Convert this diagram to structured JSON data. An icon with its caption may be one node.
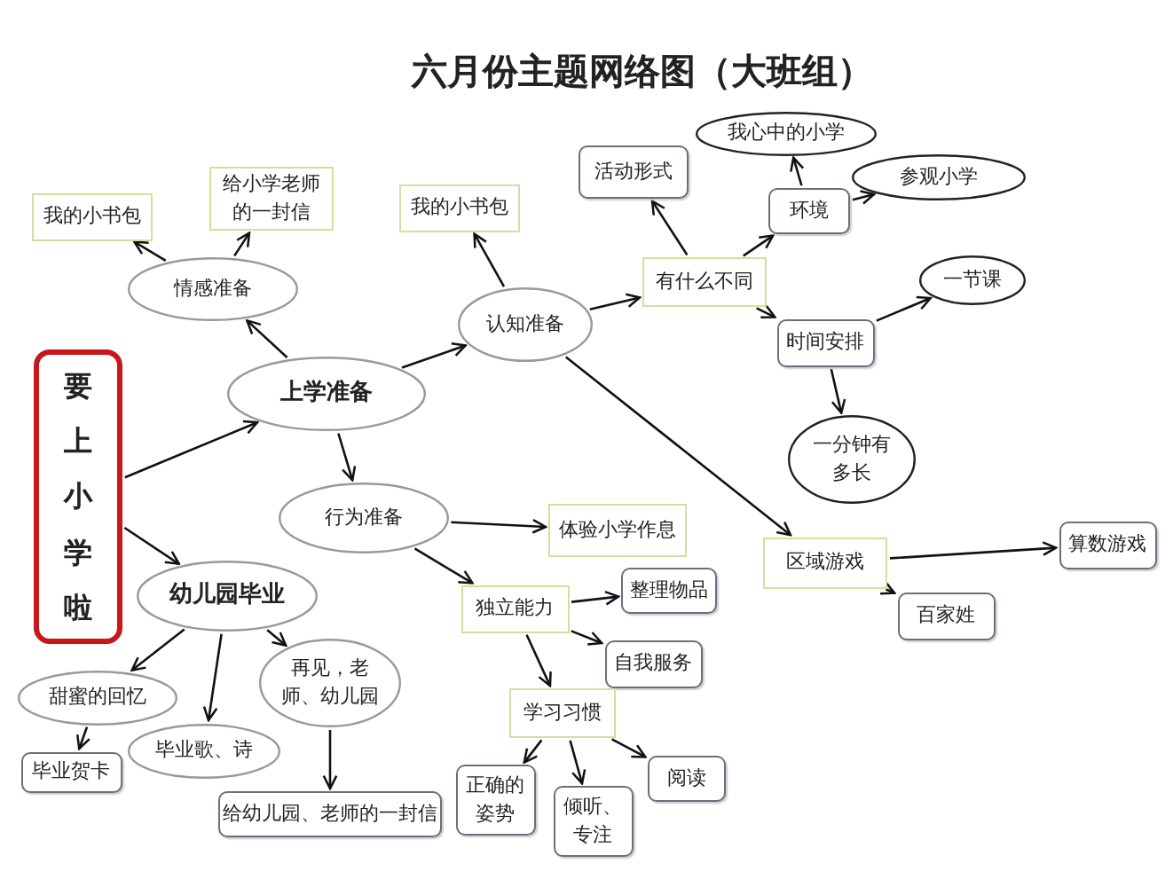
{
  "diagram": {
    "title": "六月份主题网络图（大班组）",
    "nodes": [
      {
        "text": [
          "要上小学啦"
        ]
      },
      {
        "text": [
          "上学准备"
        ]
      },
      {
        "text": [
          "情感准备"
        ]
      },
      {
        "text": [
          "我的小书包"
        ]
      },
      {
        "text": [
          "给小学老师的一封信"
        ]
      },
      {
        "text": [
          "认知准备"
        ]
      },
      {
        "text": [
          "我的小书包"
        ]
      },
      {
        "text": [
          "有什么不同"
        ]
      },
      {
        "text": [
          "活动形式"
        ]
      },
      {
        "text": [
          "环境"
        ]
      },
      {
        "text": [
          "我心中的小学"
        ]
      },
      {
        "text": [
          "参观小学"
        ]
      },
      {
        "text": [
          "时间安排"
        ]
      },
      {
        "text": [
          "一节课"
        ]
      },
      {
        "text": [
          "一分钟有多长"
        ]
      },
      {
        "text": [
          "行为准备"
        ]
      },
      {
        "text": [
          "体验小学作息"
        ]
      },
      {
        "text": [
          "独立能力"
        ]
      },
      {
        "text": [
          "整理物品"
        ]
      },
      {
        "text": [
          "自我服务"
        ]
      },
      {
        "text": [
          "学习习惯"
        ]
      },
      {
        "text": [
          "正确的姿势"
        ]
      },
      {
        "text": [
          "倾听、专注"
        ]
      },
      {
        "text": [
          "阅读"
        ]
      },
      {
        "text": [
          "区域游戏"
        ]
      },
      {
        "text": [
          "算数游戏"
        ]
      },
      {
        "text": [
          "百家姓"
        ]
      },
      {
        "text": [
          "幼儿园毕业"
        ]
      },
      {
        "text": [
          "甜蜜的回忆"
        ]
      },
      {
        "text": [
          "毕业贺卡"
        ]
      },
      {
        "text": [
          "毕业歌、诗"
        ]
      },
      {
        "text": [
          "再见，老师、幼儿园"
        ]
      },
      {
        "text": [
          "给幼儿园、老师的一封信"
        ]
      }
    ],
    "edges": [
      {
        "from": 0,
        "to": 1,
        "arrow": "to"
      },
      {
        "from": 0,
        "to": 27,
        "arrow": "to"
      },
      {
        "from": 1,
        "to": 2,
        "arrow": "to"
      },
      {
        "from": 2,
        "to": 3,
        "arrow": "to"
      },
      {
        "from": 2,
        "to": 4,
        "arrow": "to"
      },
      {
        "from": 1,
        "to": 5,
        "arrow": "to"
      },
      {
        "from": 5,
        "to": 6,
        "arrow": "to"
      },
      {
        "from": 5,
        "to": 7,
        "arrow": "to"
      },
      {
        "from": 5,
        "to": 24,
        "arrow": "to"
      },
      {
        "from": 7,
        "to": 8,
        "arrow": "to"
      },
      {
        "from": 7,
        "to": 9,
        "arrow": "to"
      },
      {
        "from": 9,
        "to": 10,
        "arrow": "to"
      },
      {
        "from": 9,
        "to": 11,
        "arrow": "to"
      },
      {
        "from": 7,
        "to": 12,
        "arrow": "to"
      },
      {
        "from": 12,
        "to": 13,
        "arrow": "to"
      },
      {
        "from": 12,
        "to": 14,
        "arrow": "to"
      },
      {
        "from": 1,
        "to": 15,
        "arrow": "to"
      },
      {
        "from": 15,
        "to": 16,
        "arrow": "to"
      },
      {
        "from": 15,
        "to": 17,
        "arrow": "to"
      },
      {
        "from": 17,
        "to": 18,
        "arrow": "to"
      },
      {
        "from": 17,
        "to": 19,
        "arrow": "to"
      },
      {
        "from": 17,
        "to": 20,
        "arrow": "to"
      },
      {
        "from": 20,
        "to": 21,
        "arrow": "to"
      },
      {
        "from": 20,
        "to": 22,
        "arrow": "to"
      },
      {
        "from": 20,
        "to": 23,
        "arrow": "to"
      },
      {
        "from": 24,
        "to": 25,
        "arrow": "to"
      },
      {
        "from": 24,
        "to": 26,
        "arrow": "to"
      },
      {
        "from": 27,
        "to": 28,
        "arrow": "to"
      },
      {
        "from": 27,
        "to": 30,
        "arrow": "to"
      },
      {
        "from": 27,
        "to": 31,
        "arrow": "to"
      },
      {
        "from": 28,
        "to": 29,
        "arrow": "to"
      },
      {
        "from": 31,
        "to": 32,
        "arrow": "to"
      }
    ]
  }
}
